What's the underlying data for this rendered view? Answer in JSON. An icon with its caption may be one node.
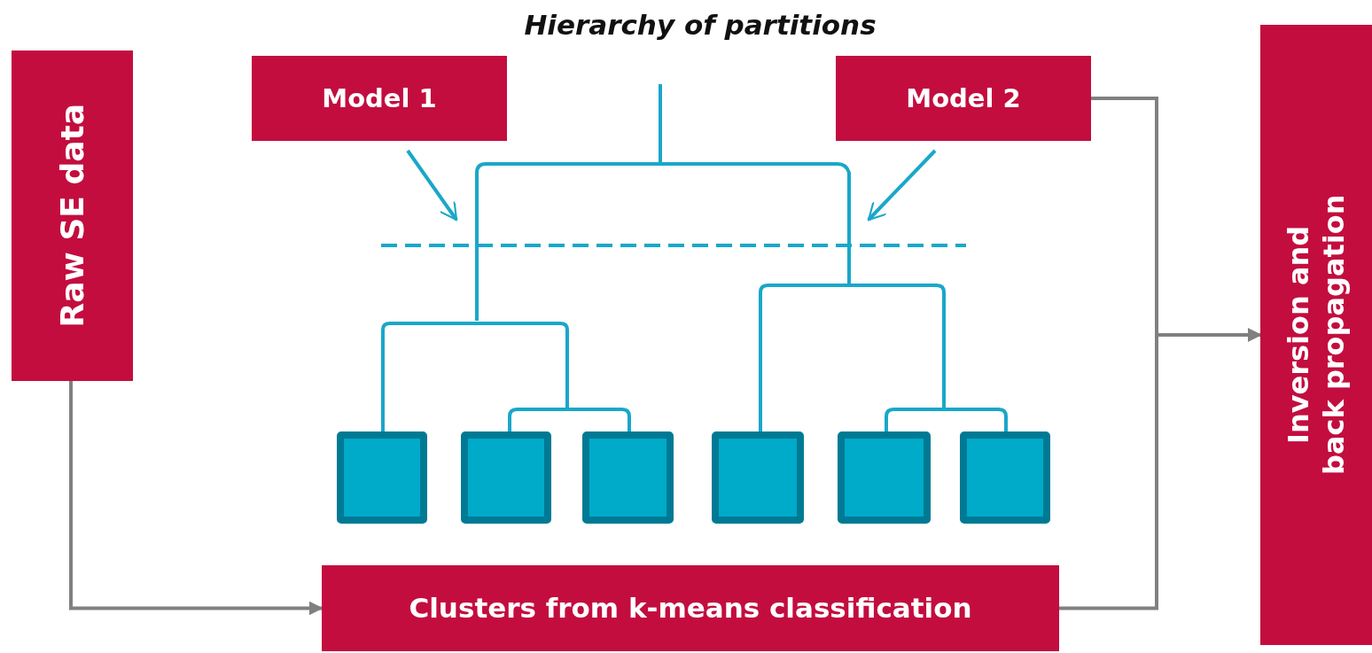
{
  "diagram": {
    "title": "Hierarchy of partitions",
    "nodes": [
      {
        "text": [
          "Raw SE data"
        ]
      },
      {
        "text": [
          "Model 1"
        ]
      },
      {
        "text": [
          "Model 2"
        ]
      },
      {
        "text": [
          "Inversion and back propagation"
        ]
      },
      {
        "text": [
          "Clusters from k-means classification"
        ]
      },
      {
        "text": [],
        "shape": "box"
      },
      {
        "text": [],
        "shape": "box"
      },
      {
        "text": [],
        "shape": "box"
      },
      {
        "text": [],
        "shape": "box"
      },
      {
        "text": [],
        "shape": "box"
      },
      {
        "text": [],
        "shape": "box"
      }
    ],
    "edges": [
      {
        "from": 0,
        "to": 4,
        "arrow": "to"
      },
      {
        "from": 4,
        "to": 3,
        "arrow": "to"
      },
      {
        "from": 2,
        "to": 3,
        "arrow": "to"
      },
      {
        "from": 1,
        "to": null,
        "arrow": "to",
        "color": "#1aa7c9"
      },
      {
        "from": 2,
        "to": null,
        "arrow": "to",
        "color": "#1aa7c9"
      }
    ]
  }
}
